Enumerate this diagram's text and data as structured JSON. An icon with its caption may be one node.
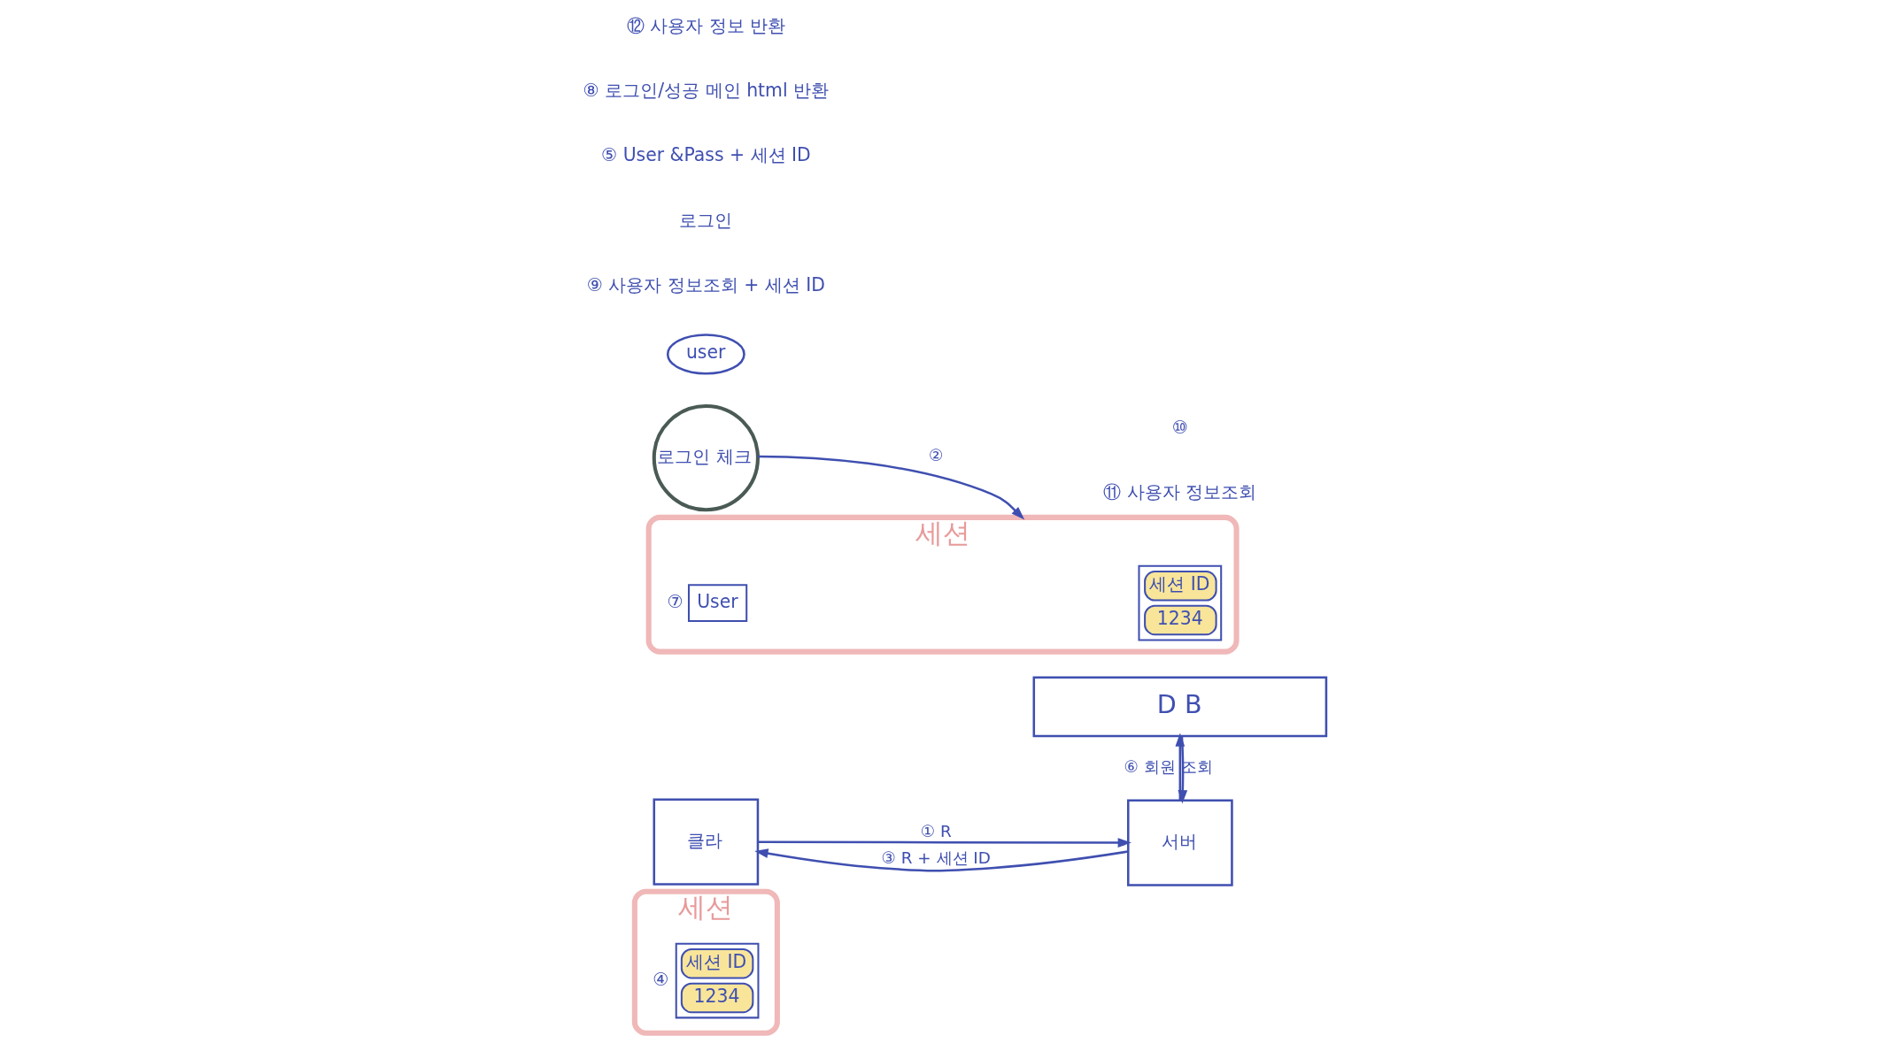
{
  "diagram": {
    "nodes": [
      {
        "text": [
          "세션"
        ]
      },
      {
        "text": [
          "세션 ID",
          "1234"
        ],
        "in": 0,
        "beside": [
          "④"
        ]
      },
      {
        "text": [
          "클라"
        ]
      },
      {
        "text": [
          "서버"
        ]
      },
      {
        "text": [
          "로그인 체크"
        ]
      },
      {
        "text": [
          "세션"
        ]
      },
      {
        "text": [
          "세션 ID",
          "1234"
        ],
        "in": 5
      },
      {
        "text": [
          "User"
        ],
        "in": 5,
        "beside": [
          "⑦"
        ]
      },
      {
        "text": [
          "D B"
        ]
      },
      {
        "text": [
          "user"
        ]
      }
    ],
    "edges": [
      {
        "from": 2,
        "to": 3,
        "arrow": "to",
        "label": "① R"
      },
      {
        "from": 3,
        "to": 2,
        "arrow": "to",
        "label": "③ R + 세션 ID"
      },
      {
        "from": 3,
        "to": 8,
        "arrow": "to",
        "label": "⑥ 회원 조회"
      },
      {
        "from": 8,
        "to": 3,
        "arrow": "to"
      },
      {
        "from": 4,
        "to": 5,
        "arrow": "to",
        "label": "②"
      }
    ],
    "labels": [
      "⑨ 사용자 정보조회 + 세션 ID",
      "로그인",
      "⑤ User &Pass + 세션 ID",
      "⑧ 로그인/성공 메인 html 반환",
      "⑫ 사용자 정보 반환",
      "⑪ 사용자 정보조회",
      "⑩"
    ]
  }
}
